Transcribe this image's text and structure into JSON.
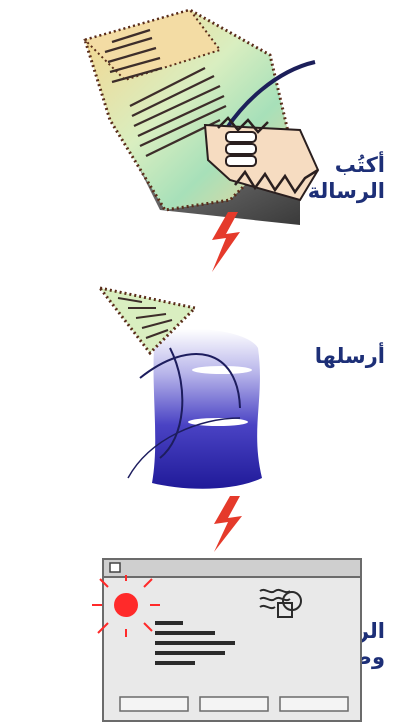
{
  "steps": [
    {
      "line1": "أكتُب",
      "line2": "الرسالة",
      "icon": "writing-letter-icon"
    },
    {
      "line1": "أرسلها",
      "icon": "sending-envelope-icon"
    },
    {
      "line1": "الرسالة",
      "line2": "وصلت",
      "icon": "received-message-window-icon"
    }
  ],
  "colors": {
    "label": "#1d2f77",
    "lightning": "#e53a2b",
    "envelope": "#3a34b8",
    "window_frame": "#6b6b6b",
    "alert_burst": "#ff2a2a"
  }
}
